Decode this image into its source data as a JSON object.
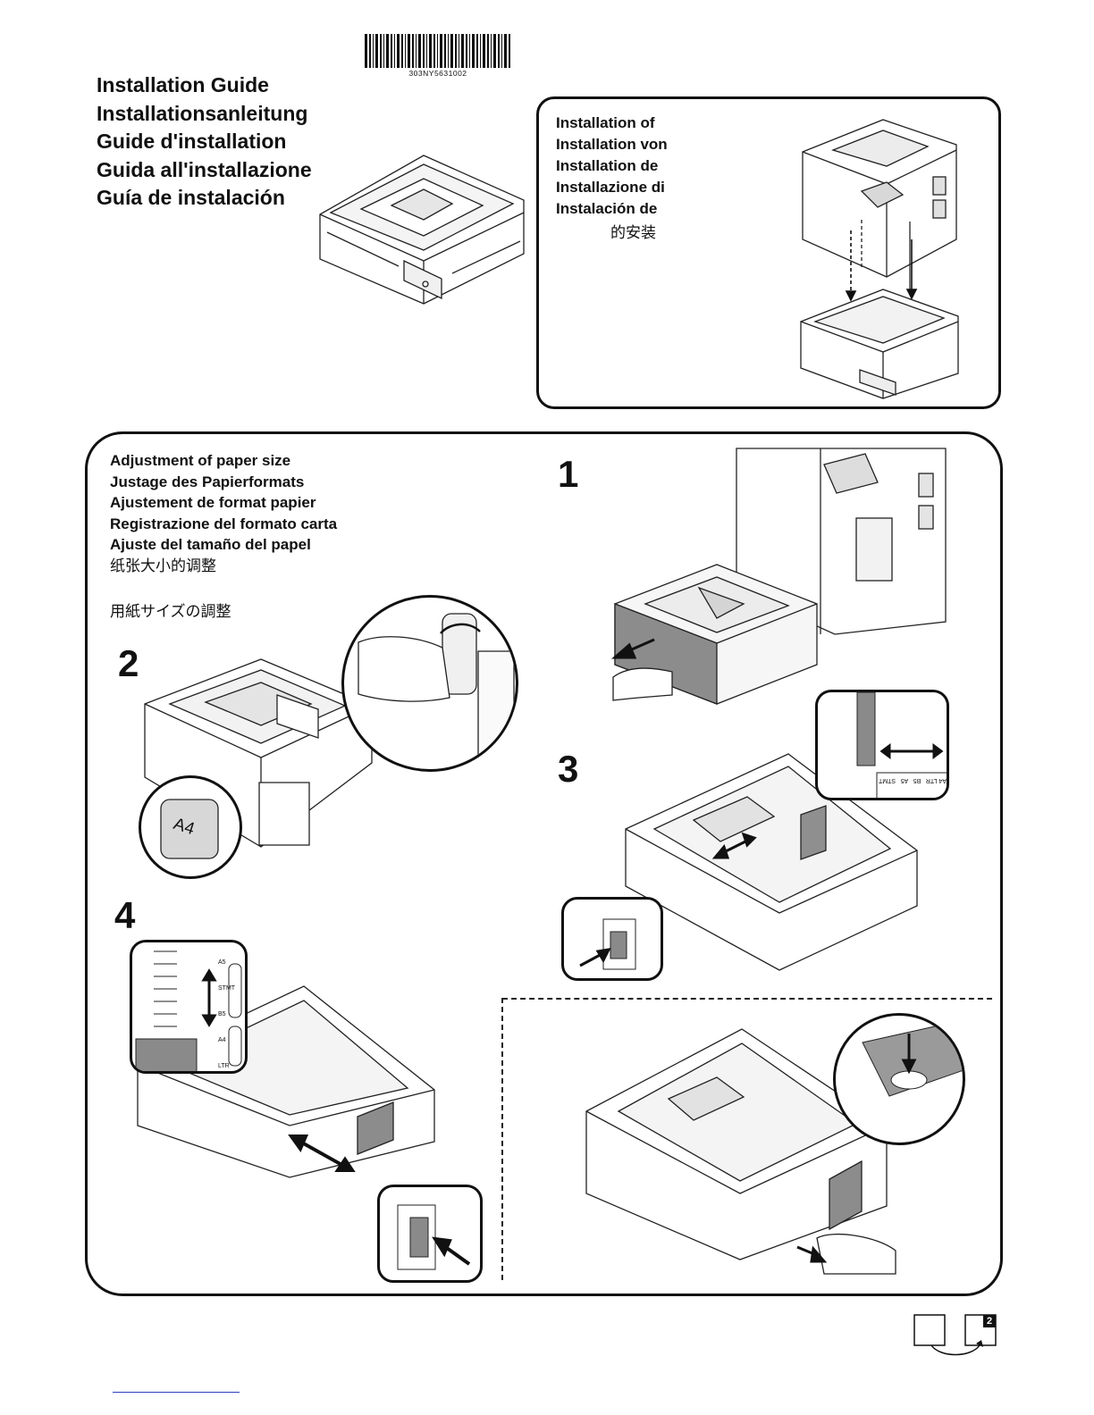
{
  "barcode": {
    "number": "303NY5631002"
  },
  "guide_titles": [
    "Installation Guide",
    "Installationsanleitung",
    "Guide d'installation",
    "Guida all'installazione",
    "Guía de instalación"
  ],
  "installation": {
    "lines": [
      "Installation of",
      "Installation von",
      "Installation de",
      "Installazione di",
      "Instalación de"
    ],
    "cjk": "的安装"
  },
  "adjustment": {
    "lines": [
      "Adjustment of paper size",
      "Justage des Papierformats",
      "Ajustement de format papier",
      "Registrazione del formato carta",
      "Ajuste del tamaño del papel"
    ],
    "cjk": "纸张大小的调整",
    "jp": "用紙サイズの調整"
  },
  "steps": {
    "s1": "1",
    "s2": "2",
    "s3": "3",
    "s4": "4"
  },
  "labels": {
    "a4_label": "A4",
    "size_marks_3": [
      "A4 LTR",
      "B5",
      "A5",
      "STMT"
    ],
    "size_marks_4": [
      "A5",
      "STMT",
      "B5",
      "A4",
      "LTR"
    ]
  },
  "page": {
    "number": "2"
  }
}
